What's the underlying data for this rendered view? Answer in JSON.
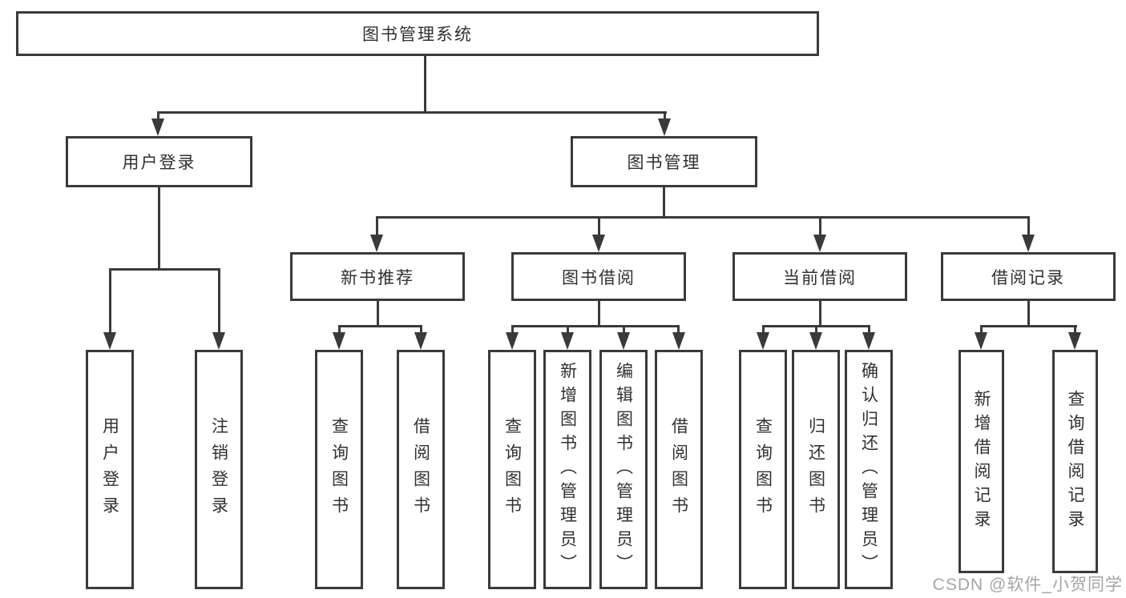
{
  "tree": {
    "root": {
      "label": "图书管理系统"
    },
    "level1": [
      {
        "label": "用户登录",
        "leaves": [
          {
            "label": "用户登录"
          },
          {
            "label": "注销登录"
          }
        ]
      },
      {
        "label": "图书管理",
        "children": [
          {
            "label": "新书推荐",
            "leaves": [
              {
                "label": "查询图书"
              },
              {
                "label": "借阅图书"
              }
            ]
          },
          {
            "label": "图书借阅",
            "leaves": [
              {
                "label": "查询图书"
              },
              {
                "label": "新增图书（管理员）"
              },
              {
                "label": "编辑图书（管理员）"
              },
              {
                "label": "借阅图书"
              }
            ]
          },
          {
            "label": "当前借阅",
            "leaves": [
              {
                "label": "查询图书"
              },
              {
                "label": "归还图书"
              },
              {
                "label": "确认归还（管理员）"
              }
            ]
          },
          {
            "label": "借阅记录",
            "leaves": [
              {
                "label": "新增借阅记录"
              },
              {
                "label": "查询借阅记录"
              }
            ]
          }
        ]
      }
    ]
  },
  "watermark": {
    "text": "CSDN @软件_小贺同学"
  },
  "colors": {
    "line": "#3a3a3a",
    "text": "#303030",
    "background": "#ffffff",
    "watermark": "#949494"
  }
}
